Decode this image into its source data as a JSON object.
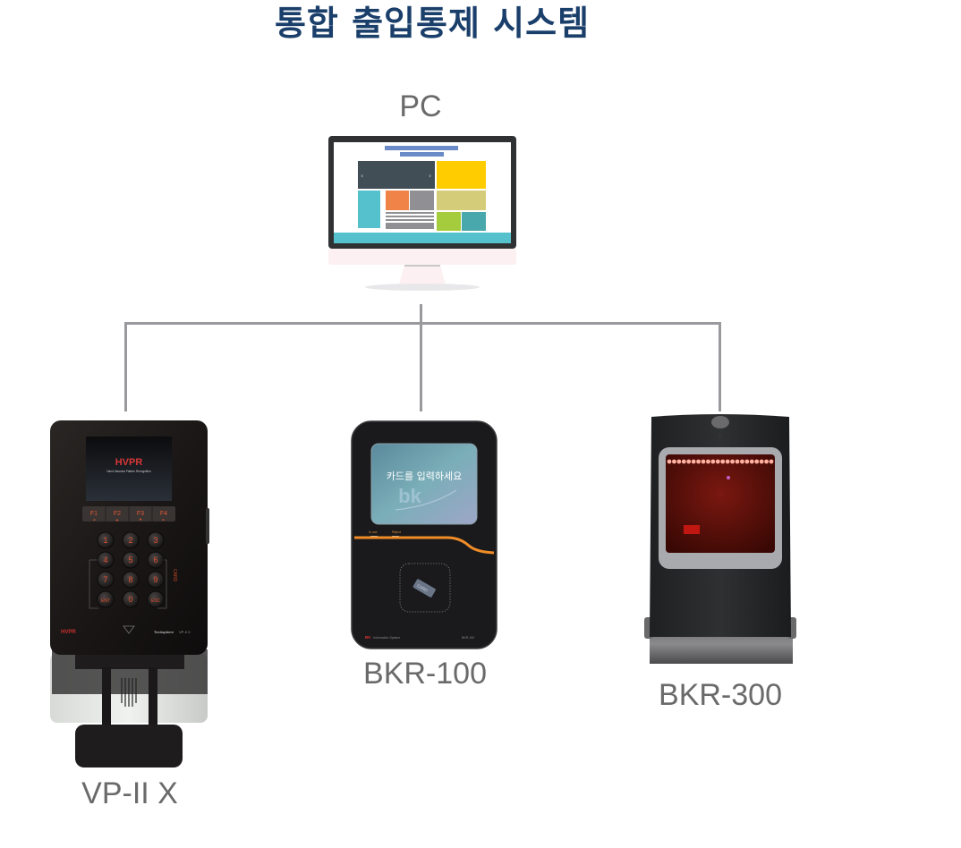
{
  "title": "통합 출입통제 시스템",
  "pc": {
    "label": "PC",
    "screen_colors": {
      "bezel": "#2f3133",
      "header_bar": "#6a8ac8",
      "slider": "#414e55",
      "yellow": "#ffcc00",
      "teal": "#55c1cc",
      "orange": "#f08448",
      "gray": "#909094",
      "olive": "#d4cc78",
      "green": "#a4cc3c",
      "dark_teal": "#48a8ac",
      "base": "#fdf0f2"
    }
  },
  "devices": [
    {
      "id": "vp-ii-x",
      "label": "VP-II X",
      "screen_brand": "HVPR",
      "screen_subtitle": "Hand Vascular Pattern Recognition",
      "function_keys": [
        "F1",
        "F2",
        "F3",
        "F4"
      ],
      "function_arrows": [
        "◄",
        "▲",
        "▼",
        "►"
      ],
      "keypad": [
        "1",
        "2",
        "3",
        "4",
        "5",
        "6",
        "7",
        "8",
        "9",
        "ENT",
        "0",
        "ESC"
      ],
      "side_label": "CARD",
      "footer_brand": "HVPR",
      "footer_model": "VP-II X",
      "footer_maker": "Techsphere"
    },
    {
      "id": "bkr-100",
      "label": "BKR-100",
      "screen_text": "카드를 입력하세요",
      "screen_logo": "bk",
      "led_labels": [
        "In use",
        "Reject"
      ],
      "card_text": "CARD",
      "footer_brand": "BK",
      "footer_text": "Information System",
      "footer_model": "BKR-100"
    },
    {
      "id": "bkr-300",
      "label": "BKR-300",
      "led_count": 22
    }
  ]
}
